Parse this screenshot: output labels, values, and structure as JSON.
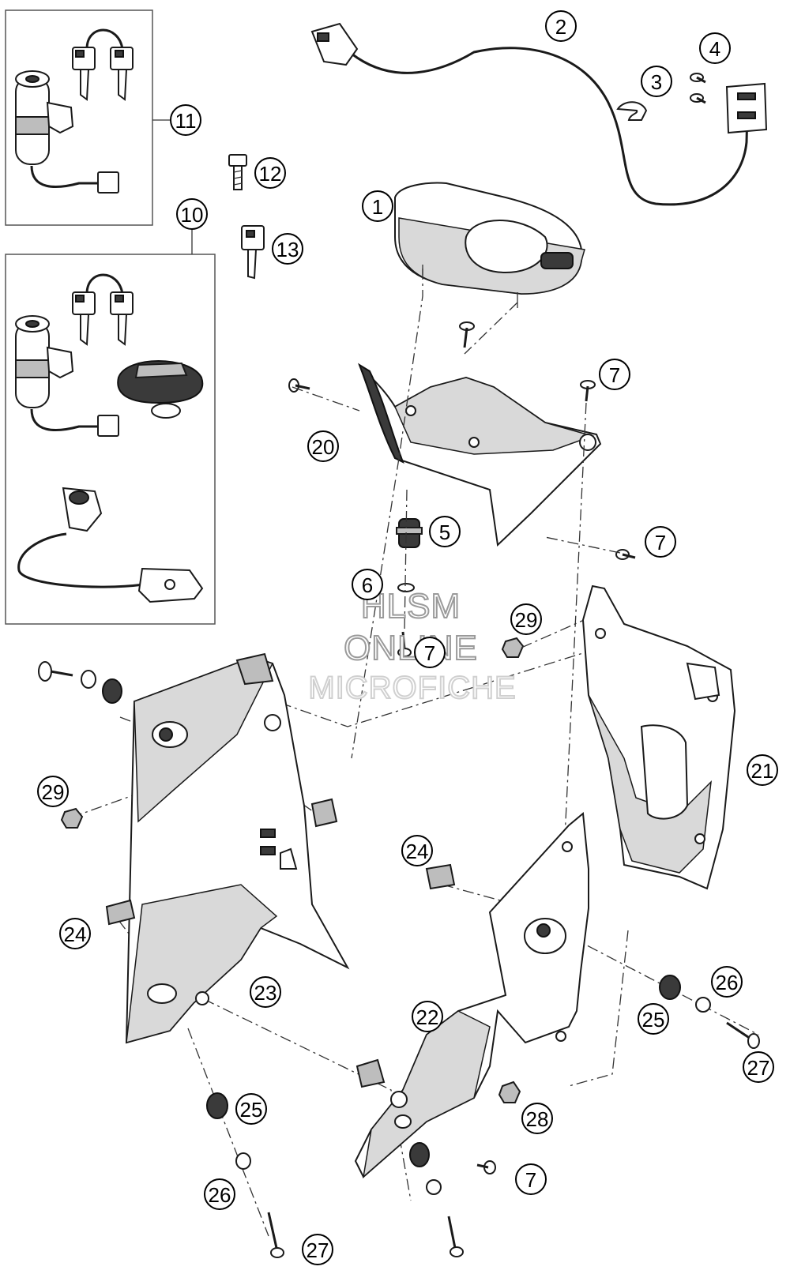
{
  "callouts": [
    {
      "id": "c1",
      "label": "1"
    },
    {
      "id": "c2",
      "label": "2"
    },
    {
      "id": "c3",
      "label": "3"
    },
    {
      "id": "c4",
      "label": "4"
    },
    {
      "id": "c5",
      "label": "5"
    },
    {
      "id": "c6",
      "label": "6"
    },
    {
      "id": "c7a",
      "label": "7"
    },
    {
      "id": "c7b",
      "label": "7"
    },
    {
      "id": "c7c",
      "label": "7"
    },
    {
      "id": "c7d",
      "label": "7"
    },
    {
      "id": "c10",
      "label": "10"
    },
    {
      "id": "c11",
      "label": "11"
    },
    {
      "id": "c12",
      "label": "12"
    },
    {
      "id": "c13",
      "label": "13"
    },
    {
      "id": "c20",
      "label": "20"
    },
    {
      "id": "c21",
      "label": "21"
    },
    {
      "id": "c22",
      "label": "22"
    },
    {
      "id": "c23",
      "label": "23"
    },
    {
      "id": "c24a",
      "label": "24"
    },
    {
      "id": "c24b",
      "label": "24"
    },
    {
      "id": "c25a",
      "label": "25"
    },
    {
      "id": "c25b",
      "label": "25"
    },
    {
      "id": "c26a",
      "label": "26"
    },
    {
      "id": "c26b",
      "label": "26"
    },
    {
      "id": "c27a",
      "label": "27"
    },
    {
      "id": "c27b",
      "label": "27"
    },
    {
      "id": "c28",
      "label": "28"
    },
    {
      "id": "c29a",
      "label": "29"
    },
    {
      "id": "c29b",
      "label": "29"
    }
  ],
  "watermark": {
    "line1": "HLSM",
    "line2": "ONLINE",
    "line3": "MICROFICHE"
  }
}
